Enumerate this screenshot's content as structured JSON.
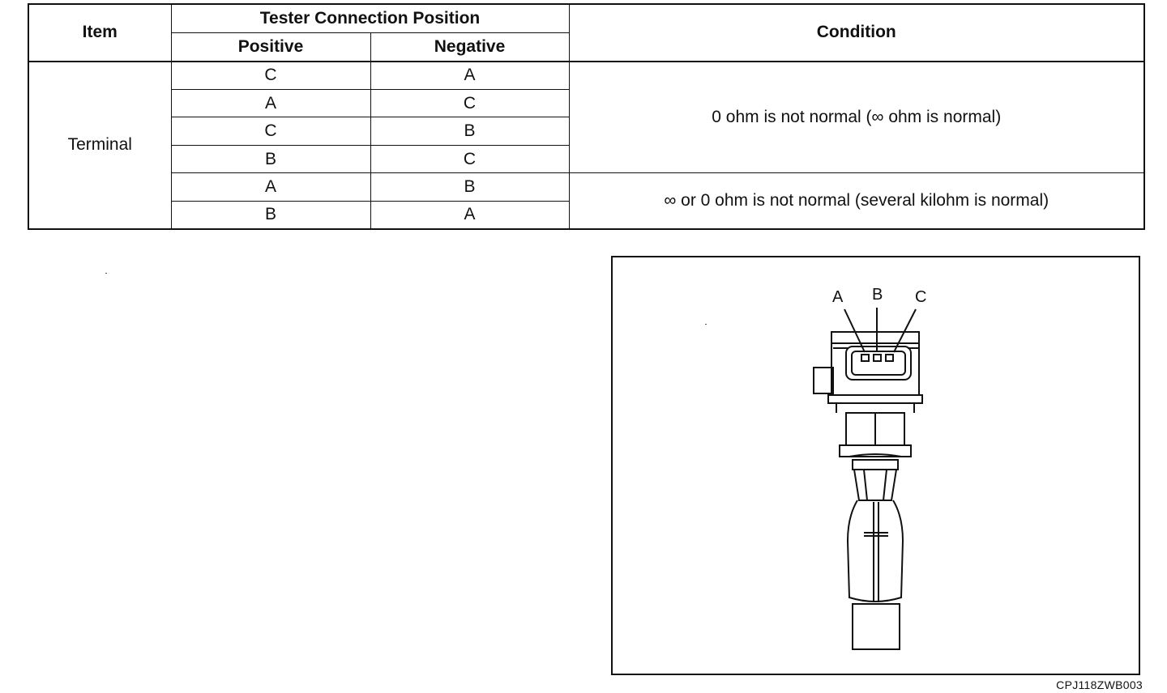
{
  "table": {
    "headers": {
      "item": "Item",
      "tester_group": "Tester Connection Position",
      "positive": "Positive",
      "negative": "Negative",
      "condition": "Condition"
    },
    "item_label": "Terminal",
    "rows": [
      {
        "positive": "C",
        "negative": "A"
      },
      {
        "positive": "A",
        "negative": "C"
      },
      {
        "positive": "C",
        "negative": "B"
      },
      {
        "positive": "B",
        "negative": "C"
      },
      {
        "positive": "A",
        "negative": "B"
      },
      {
        "positive": "B",
        "negative": "A"
      }
    ],
    "conditions": [
      "0 ohm is not normal (∞ ohm is normal)",
      "∞ or 0 ohm is not normal (several kilohm is normal)"
    ]
  },
  "figure": {
    "pin_labels": [
      "A",
      "B",
      "C"
    ],
    "code": "CPJ118ZWB003",
    "icon": "ignition-coil-connector-diagram"
  }
}
